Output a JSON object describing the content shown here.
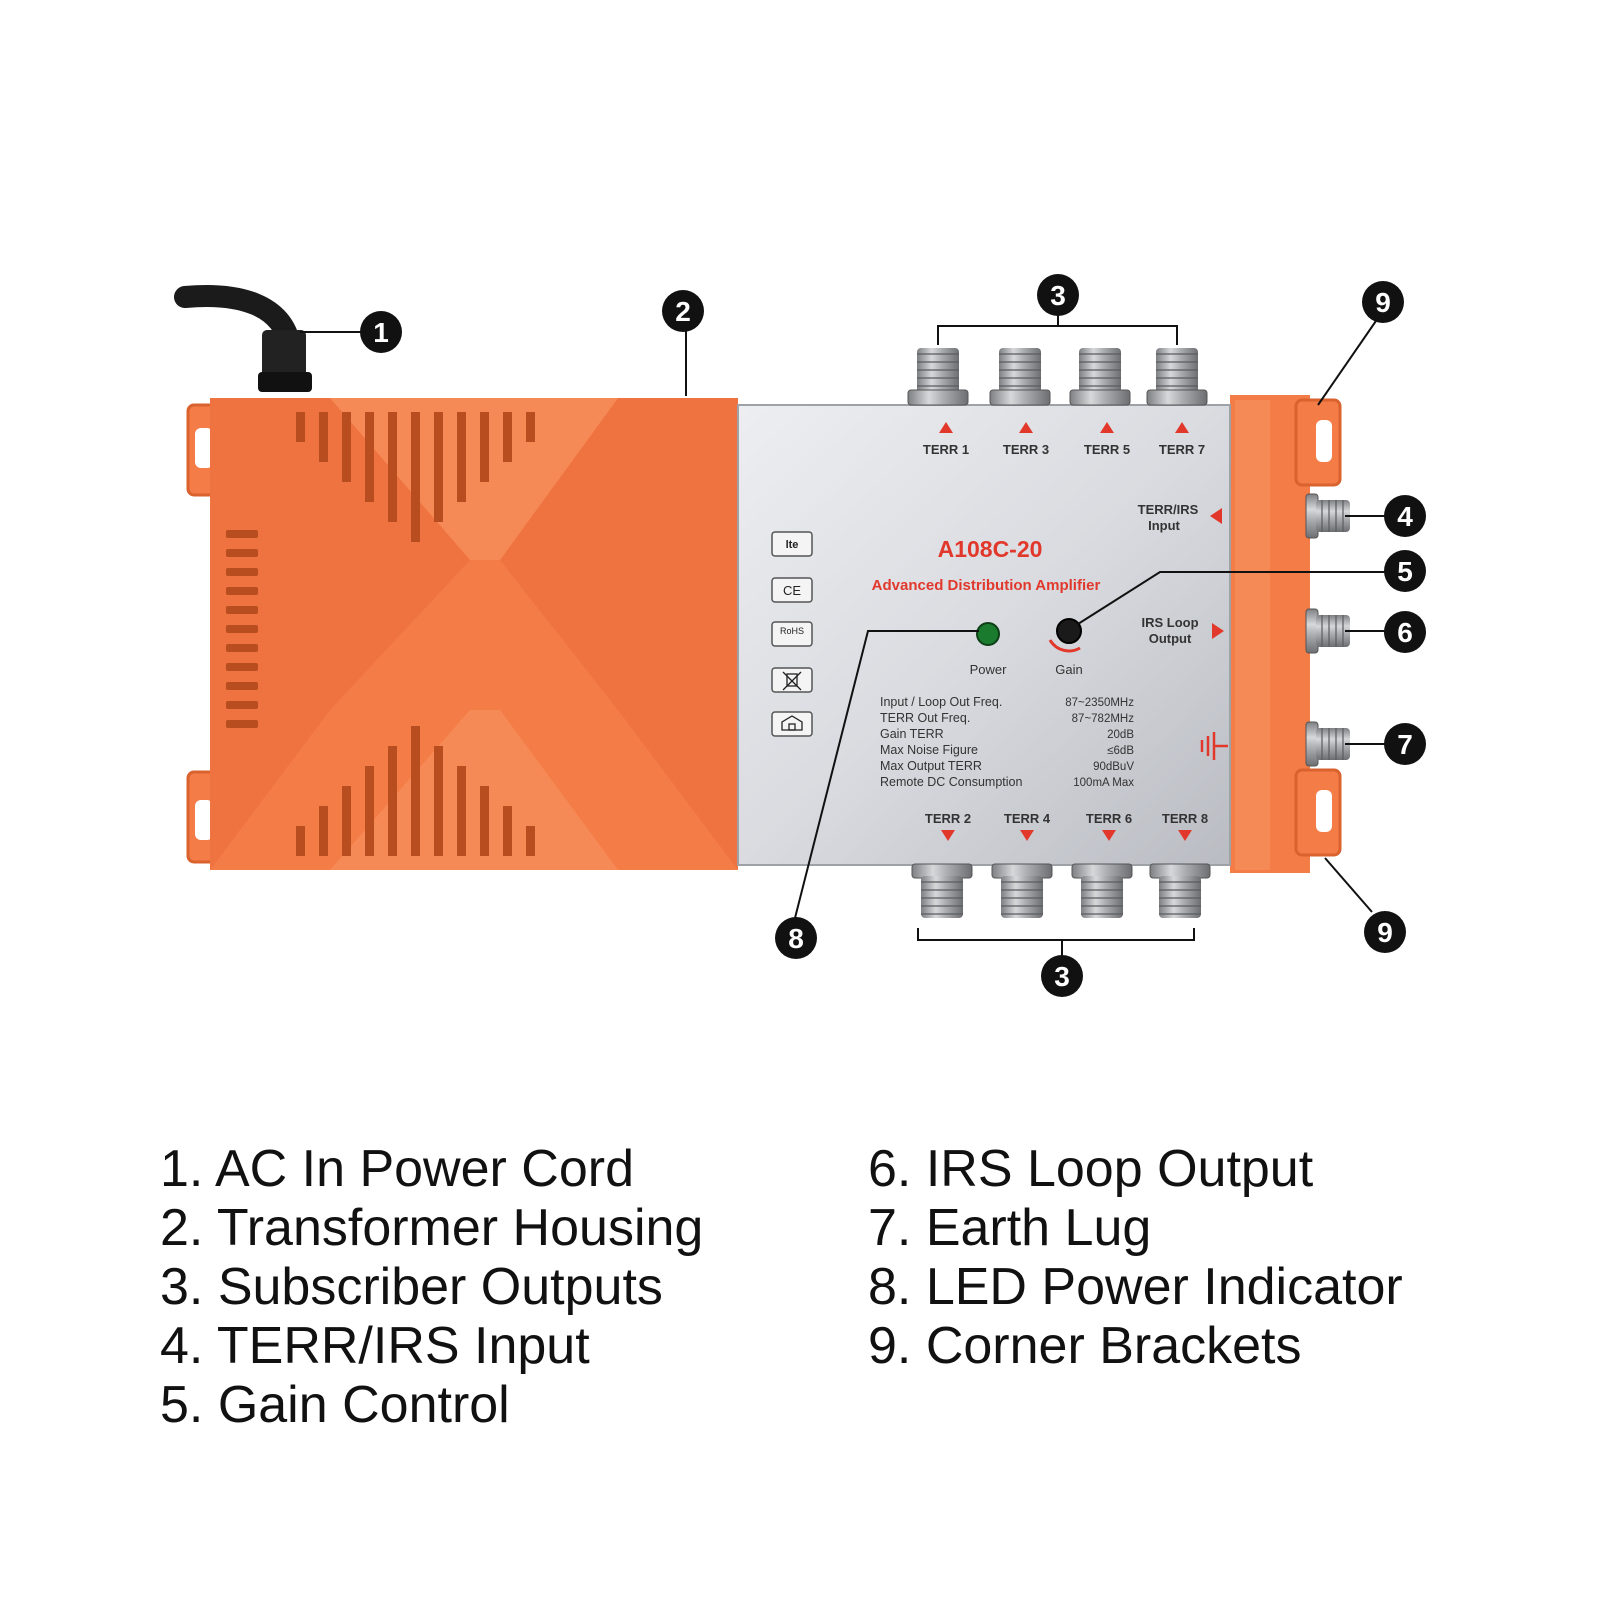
{
  "device": {
    "model": "A108C-20",
    "subtitle": "Advanced Distribution Amplifier",
    "top_ports": [
      "TERR 1",
      "TERR 3",
      "TERR 5",
      "TERR 7"
    ],
    "bottom_ports": [
      "TERR 2",
      "TERR 4",
      "TERR 6",
      "TERR 8"
    ],
    "terr_irs_input_label": [
      "TERR/IRS",
      "Input"
    ],
    "irs_loop_output_label": [
      "IRS Loop",
      "Output"
    ],
    "power_label": "Power",
    "gain_label": "Gain",
    "cert_badges": [
      "lte",
      "CE",
      "RoHS"
    ],
    "specs": [
      {
        "label": "Input / Loop Out Freq.",
        "value": "87~2350MHz"
      },
      {
        "label": "TERR Out Freq.",
        "value": "87~782MHz"
      },
      {
        "label": "Gain TERR",
        "value": "20dB"
      },
      {
        "label": "Max Noise Figure",
        "value": "≤6dB"
      },
      {
        "label": "Max Output TERR",
        "value": "90dBuV"
      },
      {
        "label": "Remote DC Consumption",
        "value": "100mA Max"
      }
    ],
    "colors": {
      "housing": "#f47c46",
      "housing_dark": "#d9622e",
      "panel": "#d9dbe0",
      "accent_red": "#e2382c",
      "led_green": "#1a7a2e"
    }
  },
  "callouts": [
    "1",
    "2",
    "3",
    "4",
    "5",
    "6",
    "7",
    "8",
    "9"
  ],
  "legend": {
    "left": [
      "1. AC In Power Cord",
      "2. Transformer Housing",
      "3. Subscriber Outputs",
      "4. TERR/IRS Input",
      "5. Gain Control"
    ],
    "right": [
      "6. IRS Loop Output",
      "7. Earth Lug",
      "8. LED Power Indicator",
      "9. Corner Brackets"
    ]
  }
}
